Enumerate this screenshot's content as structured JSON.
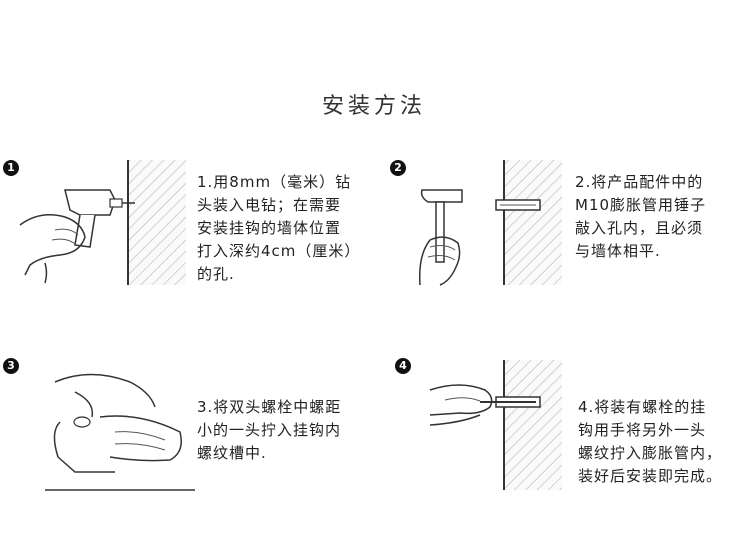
{
  "title": "安装方法",
  "steps": [
    {
      "number": "1",
      "text": "1.用8mm（毫米）钻\n头装入电钻；在需要\n安装挂钩的墙体位置\n打入深约4cm（厘米）\n的孔."
    },
    {
      "number": "2",
      "text": "2.将产品配件中的\nM10膨胀管用锤子\n敲入孔内，且必须\n与墙体相平."
    },
    {
      "number": "3",
      "text": "3.将双头螺栓中螺距\n小的一头拧入挂钩内\n螺纹槽中."
    },
    {
      "number": "4",
      "text": "4.将装有螺栓的挂\n钩用手将另外一头\n螺纹拧入膨胀管内，\n装好后安装即完成。"
    }
  ]
}
